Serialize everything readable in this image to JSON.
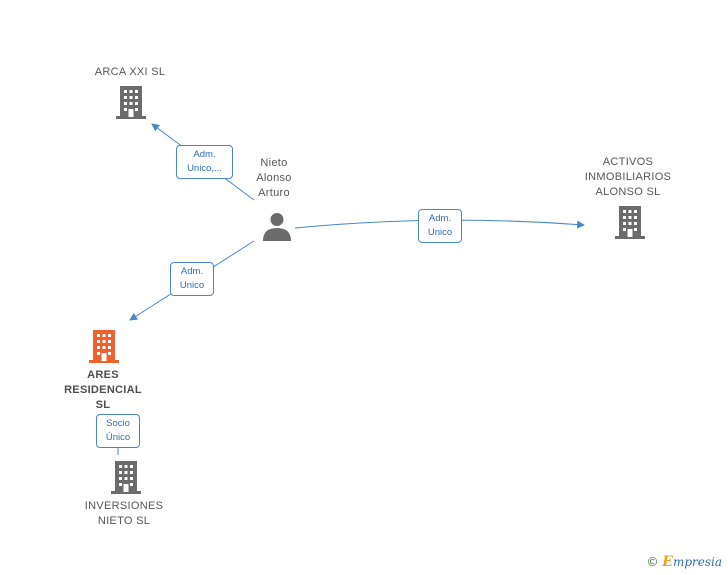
{
  "nodes": {
    "person": {
      "lines": [
        "Nieto",
        "Alonso",
        "Arturo"
      ]
    },
    "arca": {
      "lines": [
        "ARCA XXI SL"
      ]
    },
    "activos": {
      "lines": [
        "ACTIVOS",
        "INMOBILIARIOS",
        "ALONSO  SL"
      ]
    },
    "ares": {
      "lines": [
        "ARES",
        "RESIDENCIAL",
        "SL"
      ]
    },
    "inversiones": {
      "lines": [
        "INVERSIONES",
        "NIETO  SL"
      ]
    }
  },
  "edges": {
    "to_arca": {
      "lines": [
        "Adm.",
        "Unico,..."
      ]
    },
    "to_activos": {
      "lines": [
        "Adm.",
        "Unico"
      ]
    },
    "to_ares": {
      "lines": [
        "Adm.",
        "Unico"
      ]
    },
    "ares_inversiones": {
      "lines": [
        "Socio",
        "Único"
      ]
    }
  },
  "colors": {
    "edge": "#4a86c8",
    "building": "#6b6b6b",
    "building_highlight": "#f0622d",
    "person": "#6b6b6b"
  },
  "brand": {
    "copyright": "©",
    "initial": "E",
    "name": "mpresia"
  }
}
